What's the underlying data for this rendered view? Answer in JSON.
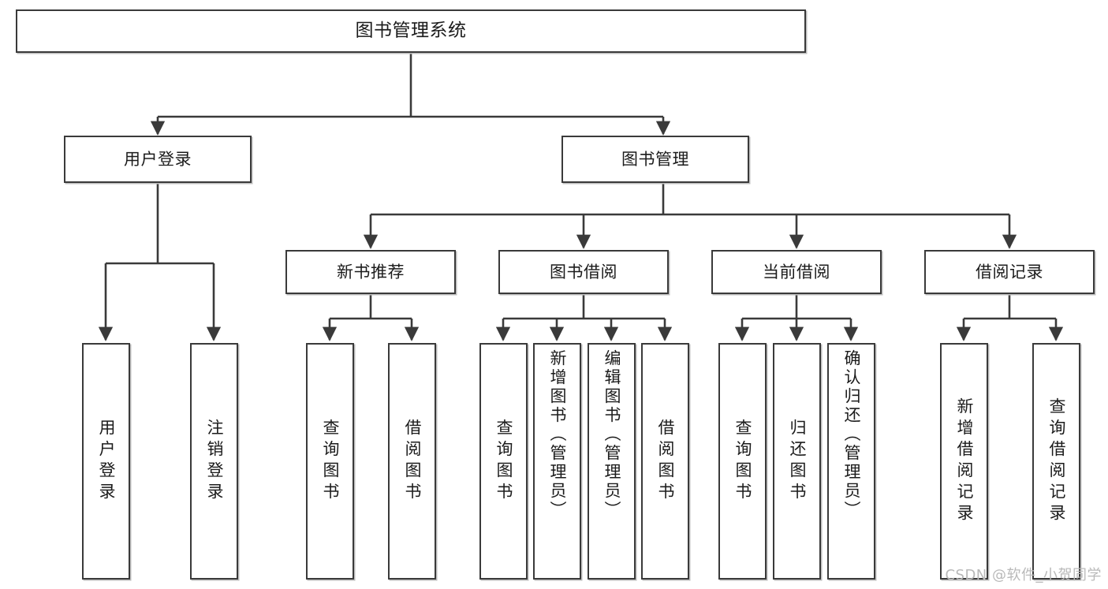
{
  "diagram": {
    "title": "图书管理系统",
    "watermark": "CSDN @软件_小贺同学",
    "line_color": "#3a3a3a",
    "box_fill": "#ffffff",
    "text_color": "#1b1b1b",
    "shadow_color": "#bdbdbd",
    "root": {
      "label": "图书管理系统"
    },
    "level2": [
      {
        "label": "用户登录"
      },
      {
        "label": "图书管理"
      }
    ],
    "level3": [
      {
        "label": "新书推荐"
      },
      {
        "label": "图书借阅"
      },
      {
        "label": "当前借阅"
      },
      {
        "label": "借阅记录"
      }
    ],
    "leaves": {
      "user_login": [
        {
          "label": "用户登录"
        },
        {
          "label": "注销登录"
        }
      ],
      "new_book": [
        {
          "label": "查询图书"
        },
        {
          "label": "借阅图书"
        }
      ],
      "borrow_book": [
        {
          "label": "查询图书"
        },
        {
          "label": "新增图书（管理员）"
        },
        {
          "label": "编辑图书（管理员）"
        },
        {
          "label": "借阅图书"
        }
      ],
      "current_borrow": [
        {
          "label": "查询图书"
        },
        {
          "label": "归还图书"
        },
        {
          "label": "确认归还（管理员）"
        }
      ],
      "borrow_record": [
        {
          "label": "新增借阅记录"
        },
        {
          "label": "查询借阅记录"
        }
      ]
    }
  }
}
